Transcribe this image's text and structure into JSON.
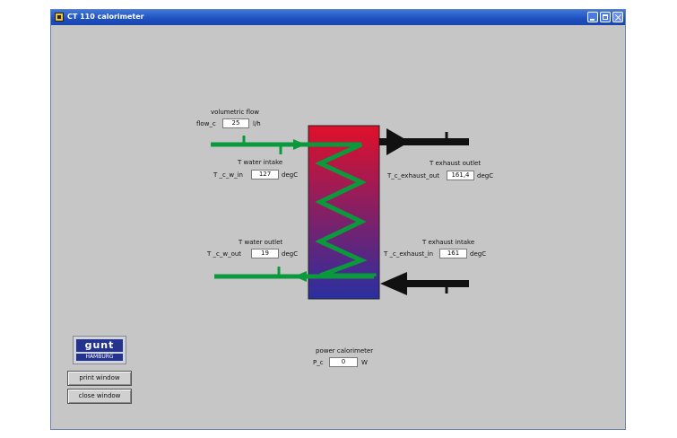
{
  "window": {
    "title": "CT 110  calorimeter"
  },
  "flow": {
    "heading": "volumetric flow",
    "label": "flow_c",
    "value": "25",
    "unit": "l/h"
  },
  "water_intake": {
    "heading": "T water intake",
    "label": "T _c_w_in",
    "value": "127",
    "unit": "degC"
  },
  "water_outlet": {
    "heading": "T water outlet",
    "label": "T _c_w_out",
    "value": "19",
    "unit": "degC"
  },
  "exhaust_outlet": {
    "heading": "T exhaust outlet",
    "label": "T_c_exhaust_out",
    "value": "161,4",
    "unit": "degC"
  },
  "exhaust_intake": {
    "heading": "T exhaust intake",
    "label": "T _c_exhaust_in",
    "value": "161",
    "unit": "degC"
  },
  "power": {
    "heading": "power calorimeter",
    "label": "P_c",
    "value": "0",
    "unit": "W"
  },
  "buttons": {
    "print": "print window",
    "close": "close window"
  },
  "logo": {
    "main": "gunt",
    "sub": "HAMBURG"
  },
  "colors": {
    "water_pipe": "#0a9a3c",
    "exhaust_pipe": "#111111",
    "exchanger_top": "#e0102a",
    "exchanger_bottom": "#2a2fa0"
  }
}
